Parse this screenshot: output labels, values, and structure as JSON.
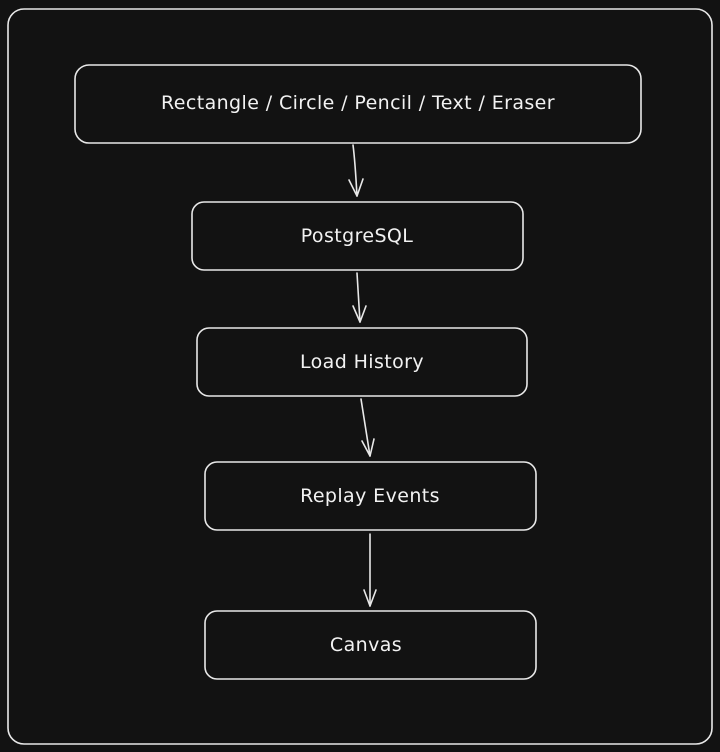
{
  "diagram": {
    "colors": {
      "background": "#121212",
      "stroke": "#e8e8e8",
      "text": "#f2f2f2"
    },
    "nodes": [
      {
        "id": "tools",
        "label": "Rectangle / Circle / Pencil / Text / Eraser"
      },
      {
        "id": "postgres",
        "label": "PostgreSQL"
      },
      {
        "id": "history",
        "label": "Load History"
      },
      {
        "id": "replay",
        "label": "Replay Events"
      },
      {
        "id": "canvas",
        "label": "Canvas"
      }
    ],
    "edges": [
      {
        "from": "tools",
        "to": "postgres"
      },
      {
        "from": "postgres",
        "to": "history"
      },
      {
        "from": "history",
        "to": "replay"
      },
      {
        "from": "replay",
        "to": "canvas"
      }
    ]
  }
}
